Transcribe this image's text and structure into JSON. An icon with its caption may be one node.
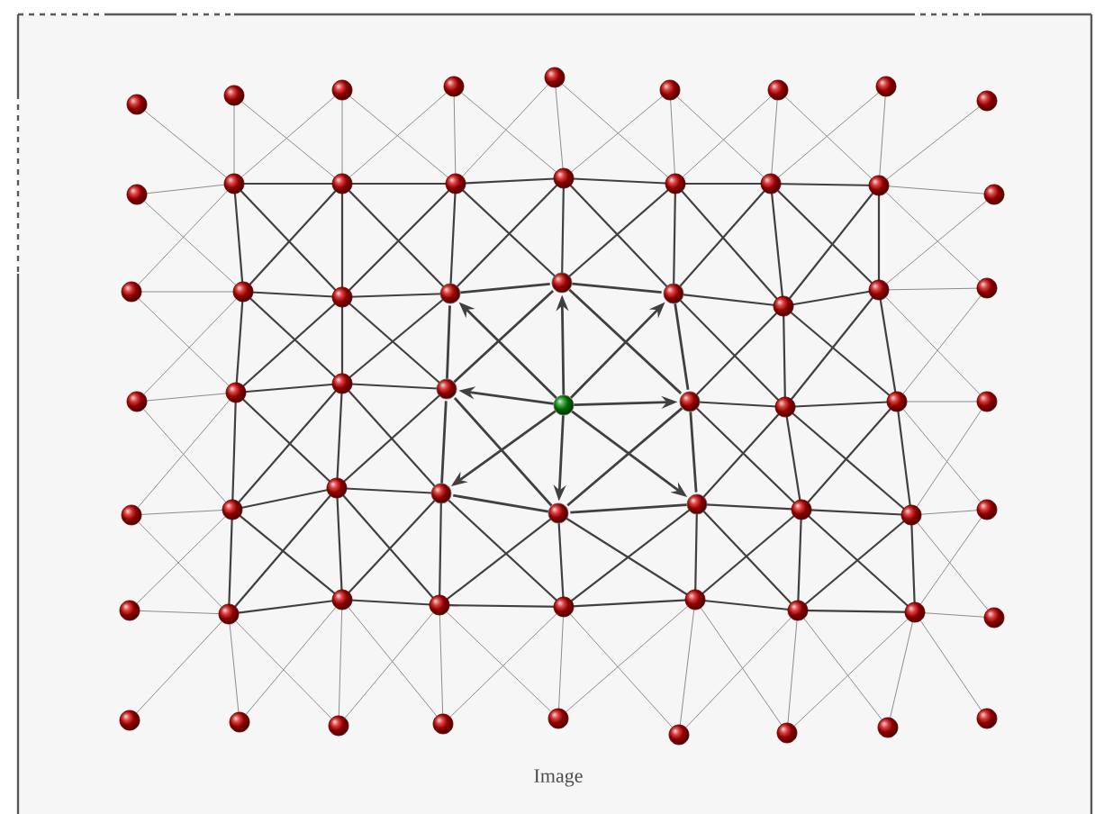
{
  "diagram": {
    "caption": "Image",
    "nodes": [
      {
        "text": [],
        "shape": "circle"
      },
      {
        "text": [],
        "shape": "circle"
      },
      {
        "text": [],
        "shape": "circle"
      },
      {
        "text": [],
        "shape": "circle"
      },
      {
        "text": [],
        "shape": "circle"
      },
      {
        "text": [],
        "shape": "circle"
      },
      {
        "text": [],
        "shape": "circle"
      },
      {
        "text": [],
        "shape": "circle"
      },
      {
        "text": [],
        "shape": "circle"
      }
    ],
    "edges": [
      {
        "from": 4,
        "to": 0,
        "arrow": "to"
      },
      {
        "from": 4,
        "to": 1,
        "arrow": "to"
      },
      {
        "from": 4,
        "to": 2,
        "arrow": "to"
      },
      {
        "from": 4,
        "to": 3,
        "arrow": "to"
      },
      {
        "from": 4,
        "to": 5,
        "arrow": "to"
      },
      {
        "from": 4,
        "to": 6,
        "arrow": "to"
      },
      {
        "from": 4,
        "to": 7,
        "arrow": "to"
      },
      {
        "from": 4,
        "to": 8,
        "arrow": "to"
      },
      {
        "from": 0,
        "to": 1,
        "arrow": "none"
      },
      {
        "from": 1,
        "to": 2,
        "arrow": "none"
      },
      {
        "from": 2,
        "to": 5,
        "arrow": "none"
      },
      {
        "from": 5,
        "to": 8,
        "arrow": "none"
      },
      {
        "from": 8,
        "to": 7,
        "arrow": "none"
      },
      {
        "from": 7,
        "to": 6,
        "arrow": "none"
      },
      {
        "from": 6,
        "to": 3,
        "arrow": "none"
      },
      {
        "from": 3,
        "to": 0,
        "arrow": "none"
      },
      {
        "from": 3,
        "to": 1,
        "arrow": "none"
      },
      {
        "from": 1,
        "to": 5,
        "arrow": "none"
      },
      {
        "from": 5,
        "to": 7,
        "arrow": "none"
      },
      {
        "from": 7,
        "to": 3,
        "arrow": "none"
      }
    ]
  }
}
